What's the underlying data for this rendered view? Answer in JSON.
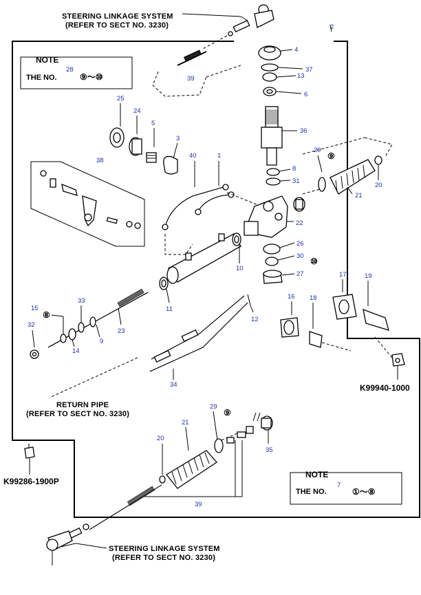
{
  "callouts": {
    "top_linkage_line1": "STEERING LINKAGE SYSTEM",
    "top_linkage_line2": "(REFER TO SECT NO. 3230)",
    "bottom_linkage_line1": "STEERING LINKAGE SYSTEM",
    "bottom_linkage_line2": "(REFER TO SECT NO. 3230)",
    "return_pipe_line1": "RETURN PIPE",
    "return_pipe_line2": "(REFER TO SECT NO. 3230)",
    "kit_right": "K99940-1000",
    "kit_left": "K99286-1900P"
  },
  "note_top": {
    "title": "NOTE",
    "text": "THE NO.",
    "ref": "28",
    "range": "⑨～⑩"
  },
  "note_bottom": {
    "title": "NOTE",
    "text": "THE NO.",
    "ref": "7",
    "range": "①～⑧"
  },
  "part_numbers": {
    "p1": "1",
    "p2": "2",
    "p3": "3",
    "p4": "4",
    "p5": "5",
    "p6": "6",
    "p8": "8",
    "p9": "9",
    "p10": "10",
    "p11": "11",
    "p12": "12",
    "p13": "13",
    "p14": "14",
    "p15": "15",
    "p16": "16",
    "p17": "17",
    "p18": "18",
    "p19": "19",
    "p20a": "20",
    "p20b": "20",
    "p21a": "21",
    "p21b": "21",
    "p22": "22",
    "p23": "23",
    "p24": "24",
    "p25": "25",
    "p26": "26",
    "p27": "27",
    "p29a": "29",
    "p29b": "29",
    "p30": "30",
    "p31": "31",
    "p32": "32",
    "p33": "33",
    "p34": "34",
    "p35": "35",
    "p36": "36",
    "p37": "37",
    "p38": "38",
    "p39a": "39",
    "p39b": "39",
    "p40": "40"
  },
  "circled_refs": {
    "c9a": "⑨",
    "c9b": "⑨",
    "c8": "⑧",
    "c10": "⑩"
  }
}
